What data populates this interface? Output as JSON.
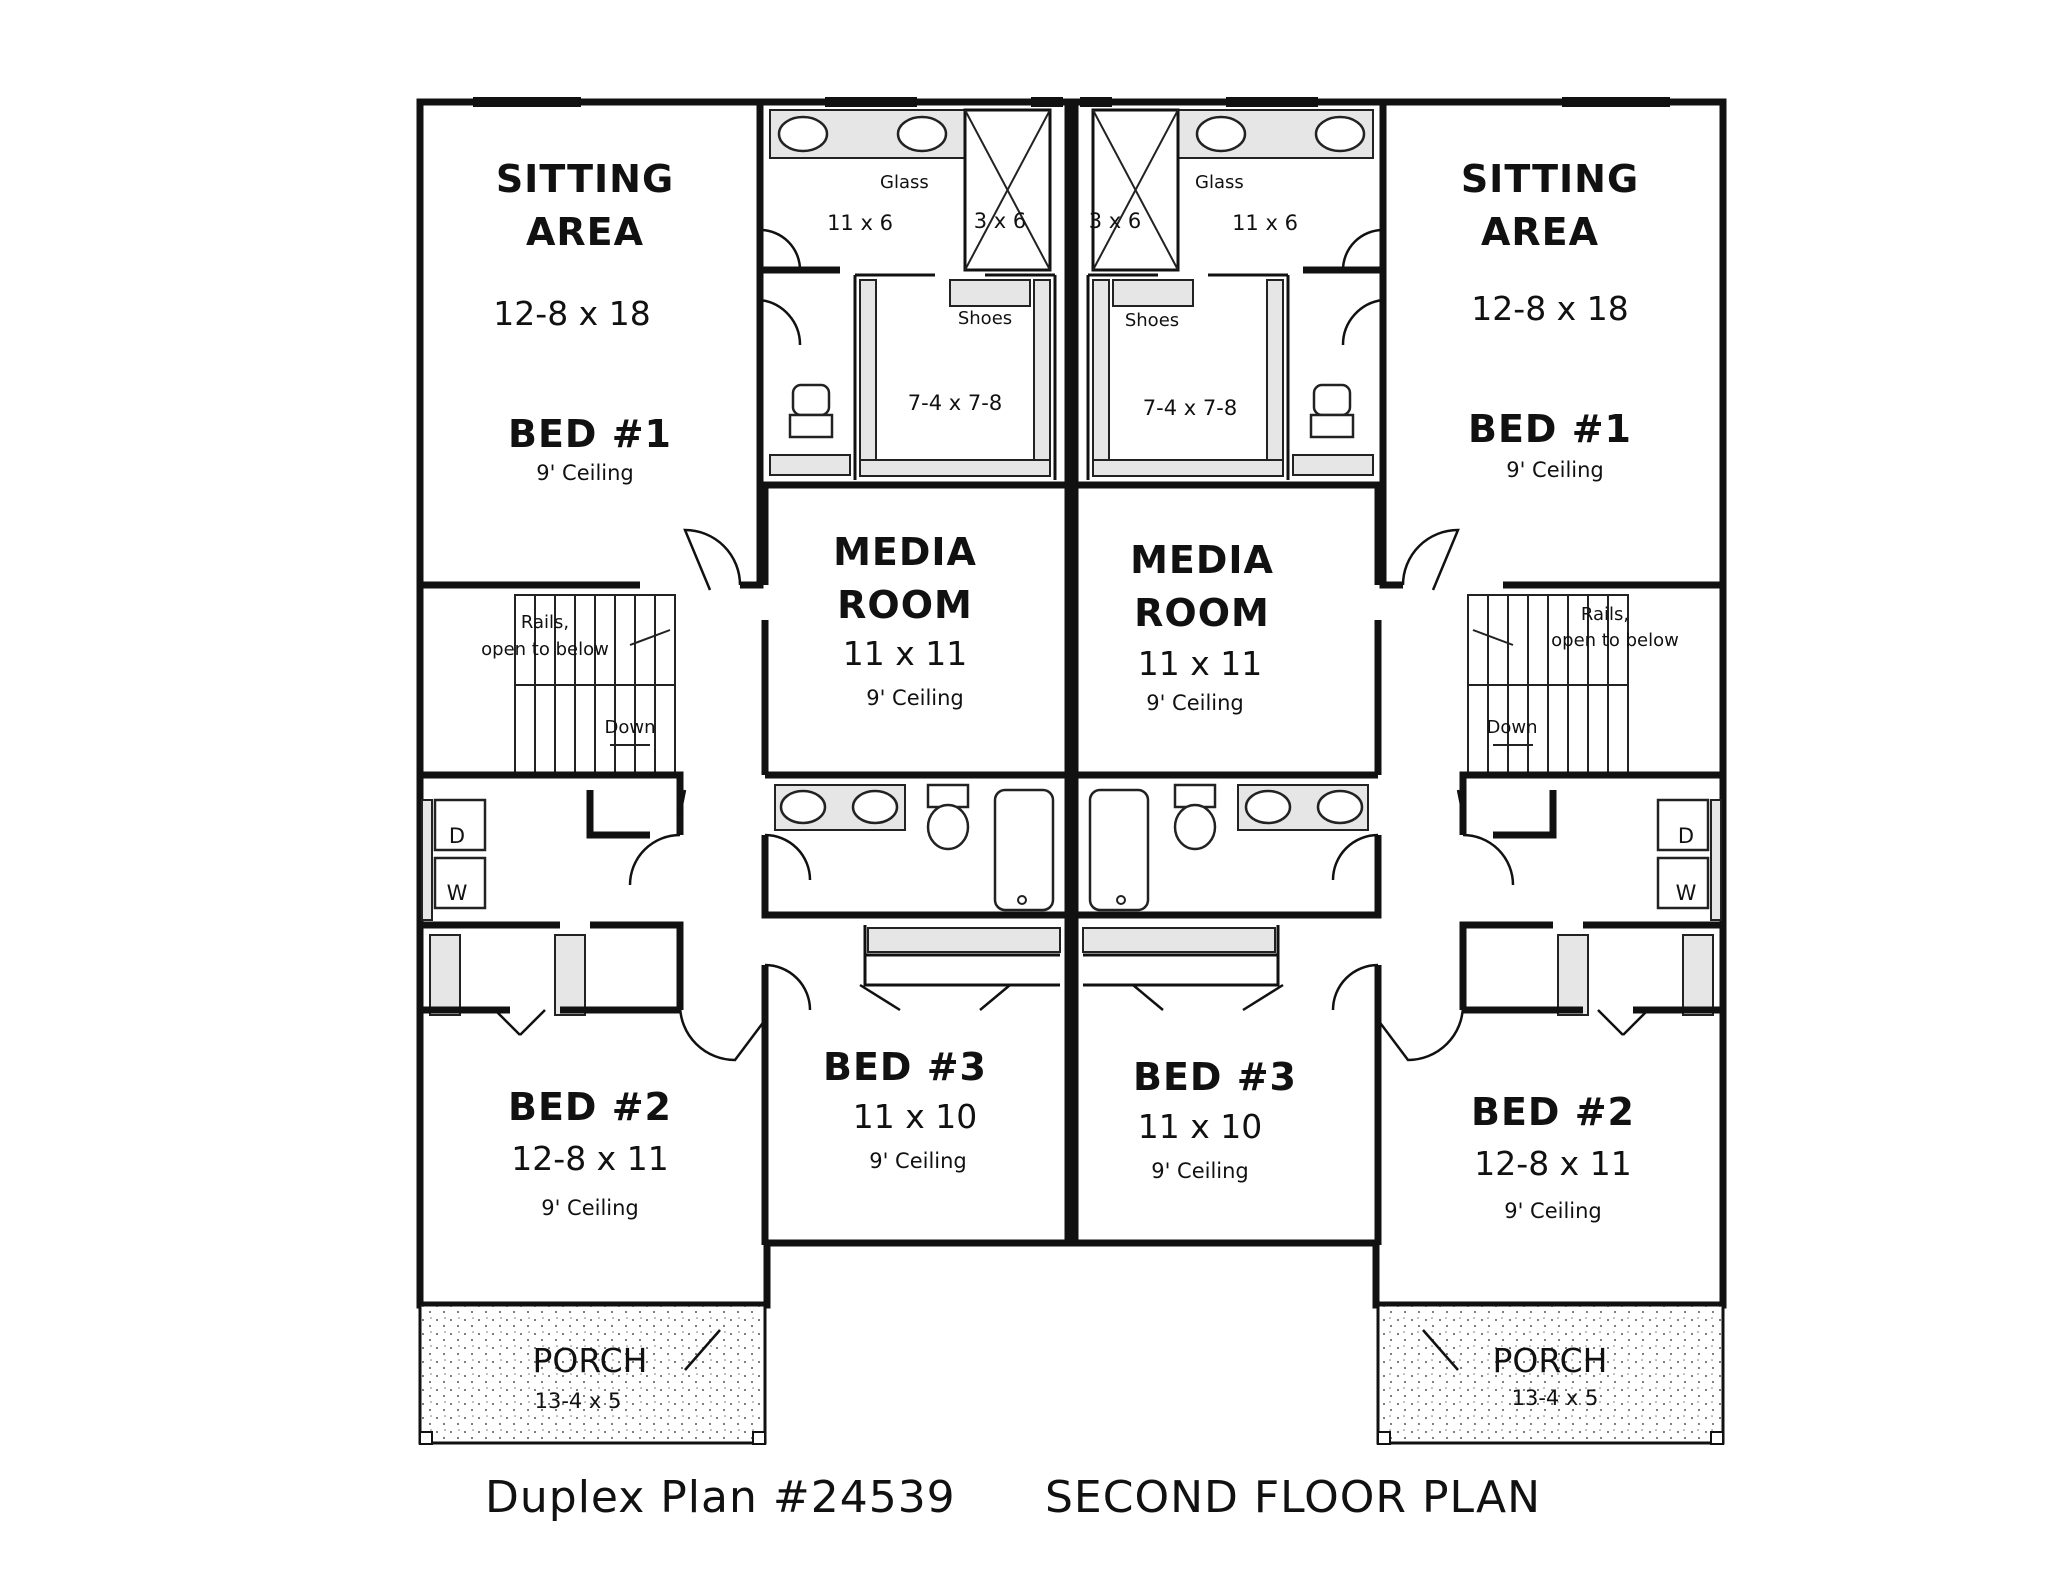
{
  "left_unit": {
    "bed1": {
      "line1": "SITTING",
      "line2": "AREA",
      "dims": "12-8 x 18",
      "name": "BED #1",
      "ceiling": "9' Ceiling"
    },
    "bath_master": {
      "dims": "11 x 6",
      "glass": "Glass"
    },
    "shower": {
      "dims": "3 x 6"
    },
    "closet": {
      "dims": "7-4 x 7-8",
      "shoes": "Shoes"
    },
    "media": {
      "line1": "MEDIA",
      "line2": "ROOM",
      "dims": "11 x 11",
      "ceiling": "9' Ceiling"
    },
    "stair": {
      "rails_line1": "Rails,",
      "rails_line2": "open to below",
      "down": "Down"
    },
    "laundry": {
      "dryer": "D",
      "washer": "W"
    },
    "bed2": {
      "name": "BED #2",
      "dims": "12-8 x 11",
      "ceiling": "9' Ceiling"
    },
    "bed3": {
      "name": "BED #3",
      "dims": "11 x 10",
      "ceiling": "9' Ceiling"
    },
    "porch": {
      "name": "PORCH",
      "dims": "13-4 x 5"
    }
  },
  "right_unit": {
    "bed1": {
      "line1": "SITTING",
      "line2": "AREA",
      "dims": "12-8 x 18",
      "name": "BED #1",
      "ceiling": "9' Ceiling"
    },
    "bath_master": {
      "dims": "11 x 6",
      "glass": "Glass"
    },
    "shower": {
      "dims": "3 x 6"
    },
    "closet": {
      "dims": "7-4 x 7-8",
      "shoes": "Shoes"
    },
    "media": {
      "line1": "MEDIA",
      "line2": "ROOM",
      "dims": "11 x 11",
      "ceiling": "9' Ceiling"
    },
    "stair": {
      "rails_line1": "Rails,",
      "rails_line2": "open to below",
      "down": "Down"
    },
    "laundry": {
      "dryer": "D",
      "washer": "W"
    },
    "bed2": {
      "name": "BED #2",
      "dims": "12-8 x 11",
      "ceiling": "9' Ceiling"
    },
    "bed3": {
      "name": "BED #3",
      "dims": "11 x 10",
      "ceiling": "9' Ceiling"
    },
    "porch": {
      "name": "PORCH",
      "dims": "13-4 x 5"
    }
  },
  "caption": {
    "plan_number": "Duplex Plan #24539",
    "plan_title": "SECOND FLOOR PLAN"
  }
}
